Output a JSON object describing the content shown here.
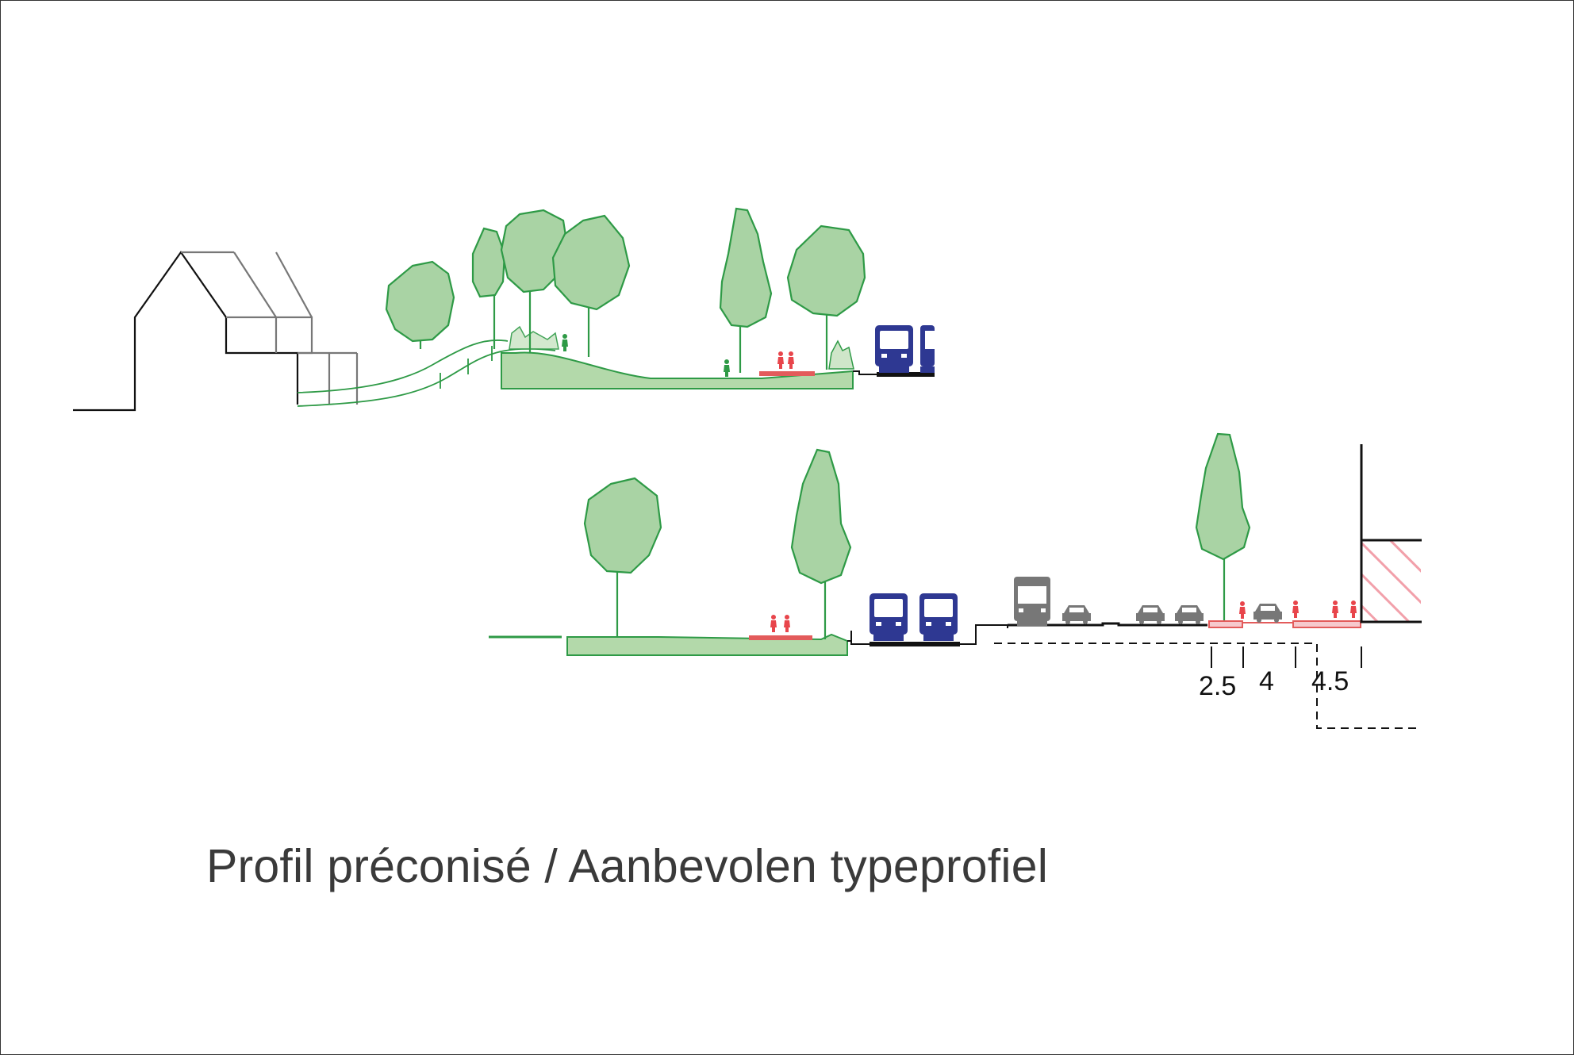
{
  "caption": "Profil préconisé / Aanbevolen typeprofiel",
  "dimensions": {
    "d1": "2.5",
    "d2": "4",
    "d3": "4.5"
  },
  "colors": {
    "tree_fill": "#a9d3a4",
    "tree_stroke": "#2e9a46",
    "ground_fill": "#b3d9aa",
    "path_red": "#e35b5b",
    "pedestrian_red": "#e8454b",
    "tram_blue": "#2e3892",
    "vehicle_grey": "#777777",
    "hatch_pink": "#f2a0aa",
    "line_black": "#111111"
  }
}
